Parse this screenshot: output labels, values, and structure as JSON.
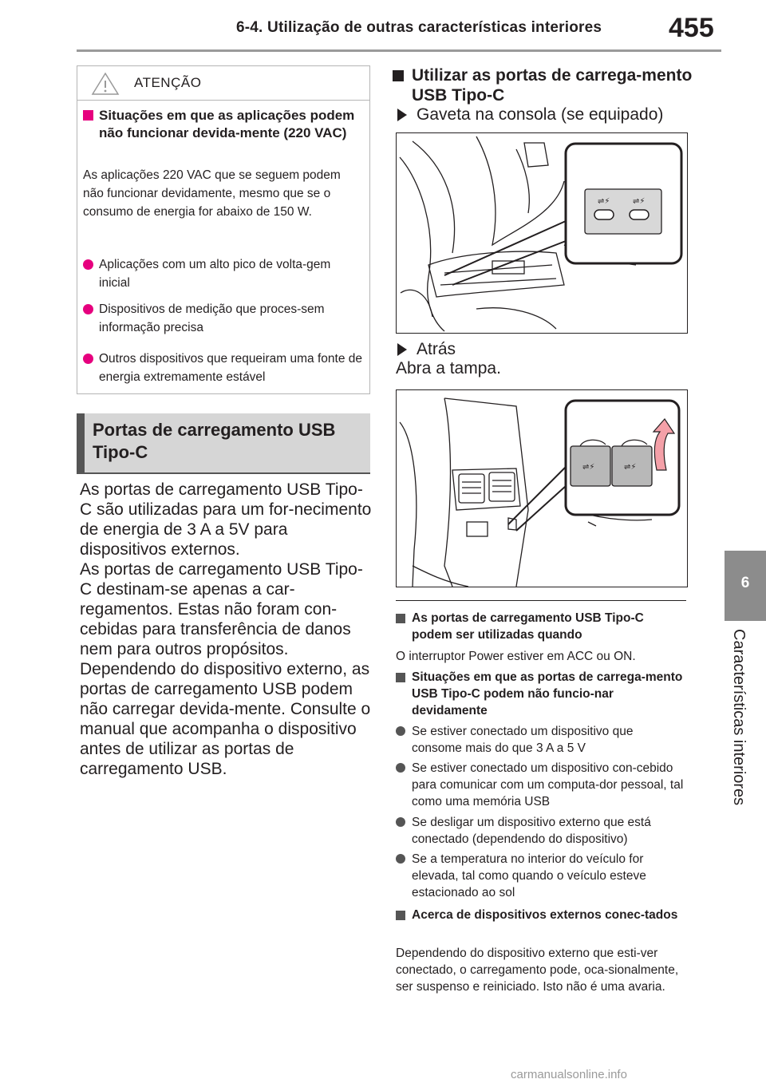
{
  "header": {
    "section": "6-4. Utilização de outras características interiores",
    "page": "455"
  },
  "side_tab": {
    "number": "6",
    "label": "Características interiores"
  },
  "caution": {
    "title": "ATENÇÃO",
    "heading": "Situações em que as aplicações podem não funcionar devida-mente (220 VAC)",
    "intro": "As aplicações 220 VAC que se seguem podem não funcionar devidamente, mesmo que se o consumo de energia for abaixo de 150 W.",
    "items": [
      "Aplicações com um alto pico de volta-gem inicial",
      "Dispositivos de medição que proces-sem informação precisa",
      "Outros dispositivos que requeiram uma fonte de energia extremamente estável"
    ]
  },
  "section": {
    "title": "Portas de carregamento USB Tipo-C"
  },
  "body": {
    "p1": "As portas de carregamento USB Tipo-C são utilizadas para um for-necimento de energia de 3 A a 5V para dispositivos externos.",
    "p2": "As portas de carregamento USB Tipo-C destinam-se apenas a car-regamentos. Estas não foram con-cebidas para transferência de danos nem para outros propósitos. Dependendo do dispositivo externo, as portas de carregamento USB podem não carregar devida-mente. Consulte o manual que acompanha o dispositivo antes de utilizar as portas de carregamento USB."
  },
  "right": {
    "heading": "Utilizar as portas de carrega-mento USB Tipo-C",
    "sub1": "Gaveta na consola (se equipado)",
    "sub2": "Atrás",
    "open": "Abra a tampa."
  },
  "notes": [
    {
      "type": "h",
      "text": "As portas de carregamento USB Tipo-C podem ser utilizadas quando"
    },
    {
      "type": "p",
      "text": "O interruptor Power estiver em ACC ou ON."
    },
    {
      "type": "h",
      "text": "Situações em que as portas de carrega-mento USB Tipo-C podem não funcio-nar devidamente"
    },
    {
      "type": "b",
      "text": "Se estiver conectado um dispositivo que consome mais do que 3 A a 5 V"
    },
    {
      "type": "b",
      "text": "Se estiver conectado um dispositivo con-cebido para comunicar com um computa-dor pessoal, tal como uma memória USB"
    },
    {
      "type": "b",
      "text": "Se desligar um dispositivo externo que está conectado (dependendo do dispositivo)"
    },
    {
      "type": "b",
      "text": "Se a temperatura no interior do veículo for elevada, tal como quando o veículo esteve estacionado ao sol"
    },
    {
      "type": "h",
      "text": "Acerca de dispositivos externos conec-tados"
    },
    {
      "type": "p",
      "text": "Dependendo do dispositivo externo que esti-ver conectado, o carregamento pode, oca-sionalmente, ser suspenso e reiniciado. Isto não é uma avaria."
    }
  ],
  "watermark": "carmanualsonline.info",
  "colors": {
    "accent": "#e6007e",
    "banner": "#d6d6d6",
    "tab": "#8c8c8c"
  }
}
